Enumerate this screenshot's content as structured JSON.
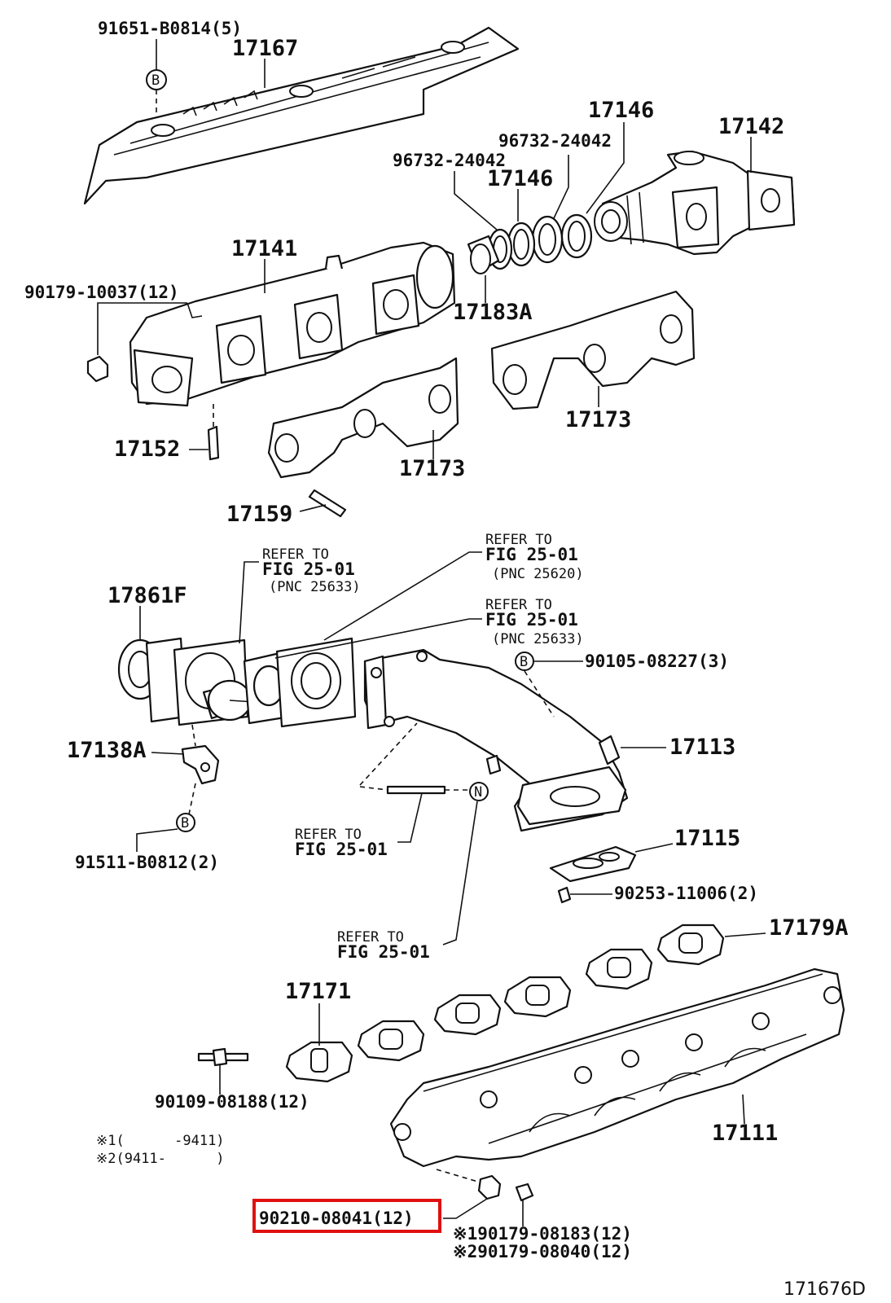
{
  "diagram": {
    "figure_code": "171676D",
    "circle_letters": {
      "b": "B",
      "n": "N"
    },
    "parts": {
      "p91651": "91651-B0814(5)",
      "p17167": "17167",
      "p17146a": "17146",
      "p17142": "17142",
      "p96732a": "96732-24042",
      "p96732b": "96732-24042",
      "p17146b": "17146",
      "p17141": "17141",
      "p90179_10037": "90179-10037(12)",
      "p17183a": "17183A",
      "p17173a": "17173",
      "p17173b": "17173",
      "p17152": "17152",
      "p17159": "17159",
      "p17861f": "17861F",
      "p17113": "17113",
      "p90105": "90105-08227(3)",
      "p17138a": "17138A",
      "p91511": "91511-B0812(2)",
      "p17115": "17115",
      "p90253": "90253-11006(2)",
      "p17179a": "17179A",
      "p17171": "17171",
      "p90109": "90109-08188(12)",
      "p17111": "17111",
      "p90210": "90210-08041(12)",
      "p90179_08183": "※190179-08183(12)",
      "p90179_08040": "※290179-08040(12)"
    },
    "refer": {
      "r1": {
        "line1": "REFER TO",
        "line2": "FIG 25-01",
        "line3": "(PNC 25633)"
      },
      "r2": {
        "line1": "REFER TO",
        "line2": "FIG 25-01",
        "line3": "(PNC 25620)"
      },
      "r3": {
        "line1": "REFER TO",
        "line2": "FIG 25-01",
        "line3": "(PNC 25633)"
      },
      "r4": {
        "line1": "REFER TO",
        "line2": "FIG 25-01"
      },
      "r5": {
        "line1": "REFER TO",
        "line2": "FIG 25-01"
      }
    },
    "notes": {
      "n1": "※1(      -9411)",
      "n2": "※2(9411-      )"
    },
    "highlight_color": "#e01010"
  }
}
